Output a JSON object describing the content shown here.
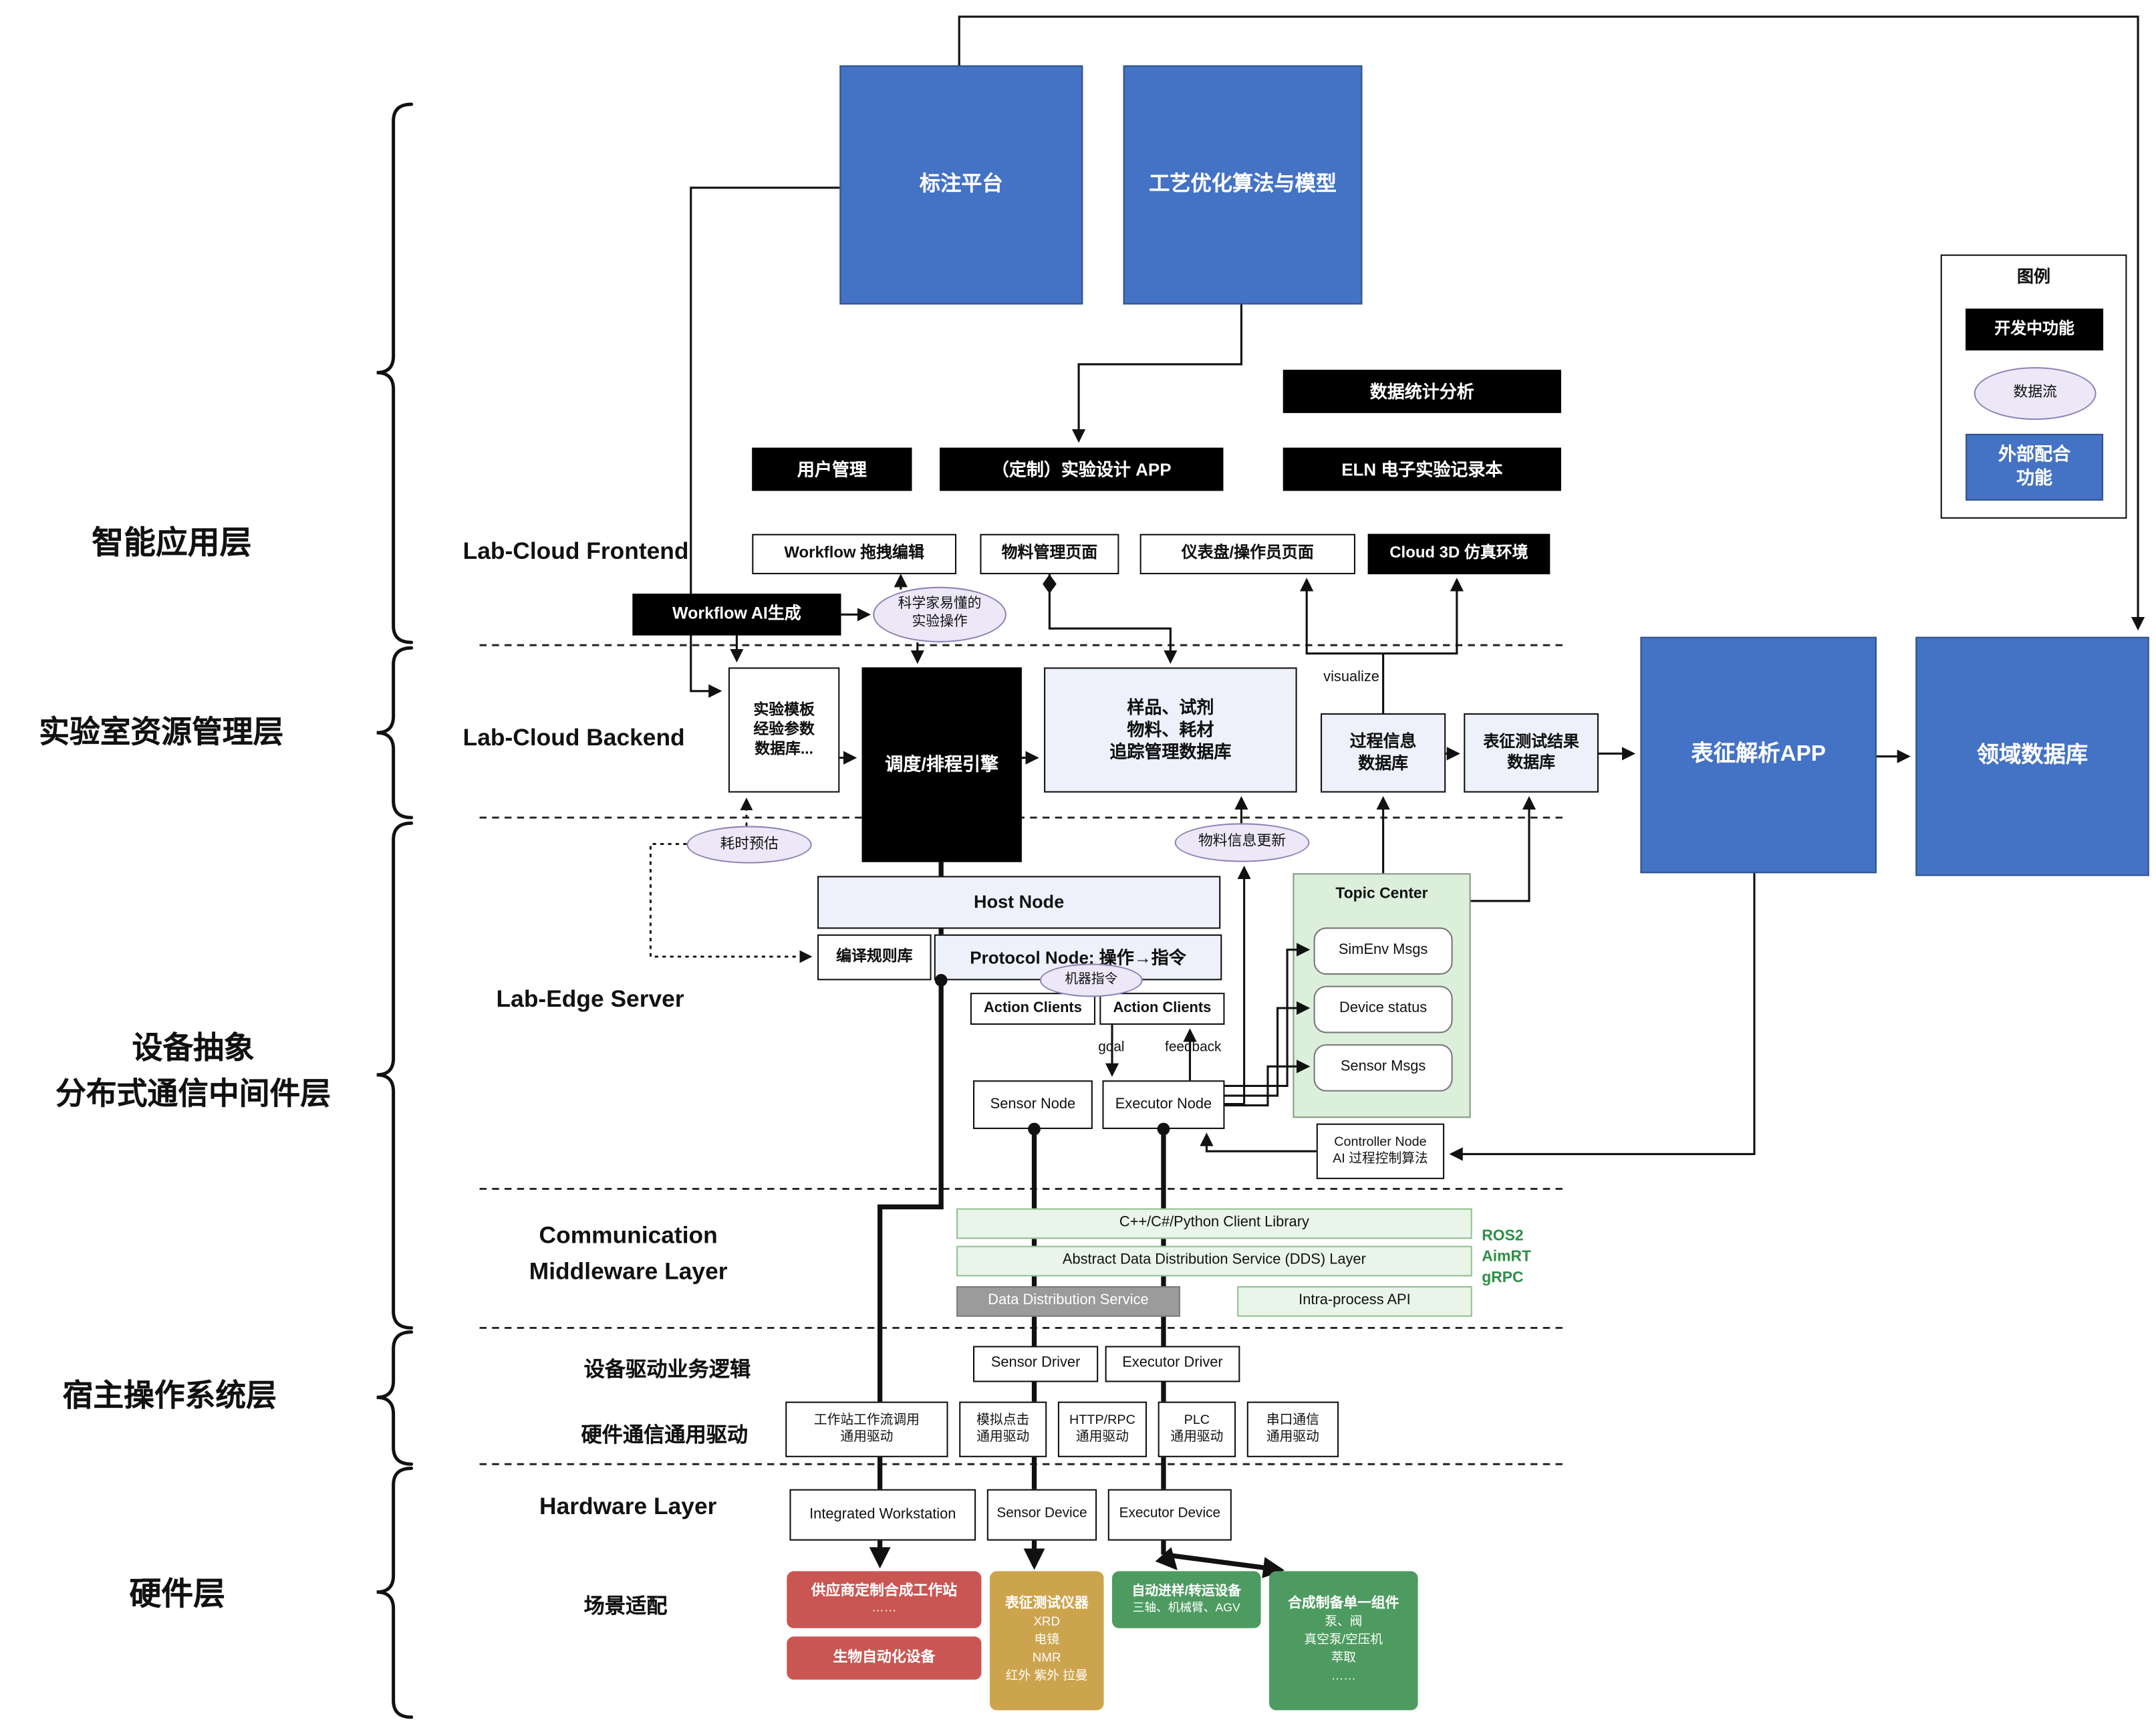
{
  "top": {
    "annotation_platform": "标注平台",
    "process_optimization": "工艺优化算法与模型"
  },
  "legend": {
    "title": "图例",
    "developing": "开发中功能",
    "dataflow": "数据流",
    "external": "外部配合\n功能"
  },
  "layer_labels": {
    "intelligent_app": "智能应用层",
    "lab_resource": "实验室资源管理层",
    "device_abstraction": "设备抽象\n分布式通信中间件层",
    "host_os": "宿主操作系统层",
    "hardware": "硬件层"
  },
  "frontend": {
    "label": "Lab-Cloud Frontend",
    "stats": "数据统计分析",
    "user_mgmt": "用户管理",
    "custom_app": "（定制）实验设计 APP",
    "eln": "ELN 电子实验记录本",
    "workflow_edit": "Workflow 拖拽编辑",
    "material_page": "物料管理页面",
    "dashboard_page": "仪表盘/操作员页面",
    "cloud3d": "Cloud 3D 仿真环境",
    "workflow_ai": "Workflow AI生成",
    "scientist_ops": "科学家易懂的\n实验操作"
  },
  "backend": {
    "label": "Lab-Cloud Backend",
    "template_db": "实验模板\n经验参数\n数据库...",
    "scheduler": "调度/排程引擎",
    "sample_db": "样品、试剂\n物料、耗材\n追踪管理数据库",
    "process_db": "过程信息\n数据库",
    "char_db": "表征测试结果\n数据库",
    "visualize": "visualize",
    "char_app": "表征解析APP",
    "domain_db": "领域数据库",
    "time_estimate": "耗时预估",
    "material_update": "物料信息更新"
  },
  "edge": {
    "label": "Lab-Edge Server",
    "host_node": "Host Node",
    "compile_rules": "编译规则库",
    "protocol_node": "Protocol Node: 操作→指令",
    "machine_instruction": "机器指令",
    "action_clients": "Action Clients",
    "topic_center": "Topic Center",
    "simenv_msgs": "SimEnv Msgs",
    "device_status": "Device status",
    "sensor_msgs": "Sensor Msgs",
    "goal": "goal",
    "feedback": "feedback",
    "sensor_node": "Sensor Node",
    "executor_node": "Executor Node",
    "controller_node": "Controller Node\nAI 过程控制算法"
  },
  "comm": {
    "label": "Communication\nMiddleware Layer",
    "client_lib": "C++/C#/Python Client Library",
    "dds_abstract": "Abstract Data Distribution Service (DDS) Layer",
    "dds_service": "Data Distribution Service",
    "intra_api": "Intra-process API",
    "stacks": "ROS2\nAimRT\ngRPC"
  },
  "host_layer": {
    "driver_logic": "设备驱动业务逻辑",
    "sensor_driver": "Sensor Driver",
    "executor_driver": "Executor Driver",
    "hw_comm": "硬件通信通用驱动",
    "drv_workstation": "工作站工作流调用\n通用驱动",
    "drv_click": "模拟点击\n通用驱动",
    "drv_http": "HTTP/RPC\n通用驱动",
    "drv_plc": "PLC\n通用驱动",
    "drv_serial": "串口通信\n通用驱动"
  },
  "hardware_layer": {
    "label": "Hardware Layer",
    "integrated_ws": "Integrated Workstation",
    "sensor_device": "Sensor Device",
    "executor_device": "Executor Device",
    "scene": "场景适配",
    "vendor_ws": "供应商定制合成工作站",
    "vendor_more": "……",
    "bio": "生物自动化设备",
    "char_instruments": "表征测试仪器",
    "char_items": "XRD\n电镜\nNMR\n红外 紫外 拉曼",
    "transfer": "自动进样/转运设备",
    "transfer_items": "三轴、机械臂、AGV",
    "synthesis": "合成制备单一组件",
    "synthesis_items": "泵、阀\n真空泵/空压机\n萃取\n……"
  },
  "colors": {
    "blue": "#4472c4",
    "black": "#000000",
    "dataflow_lavender": "#ede8f8",
    "panel_lavender": "#eef1fb",
    "topic_green": "#dcefdb",
    "middleware_green": "#e9f5e9",
    "service_gray": "#9b9b9b",
    "vendor_red": "#c95652",
    "instrument_tan": "#cda44e",
    "equipment_green": "#4d9b60",
    "stack_text_green": "#2f8f46"
  }
}
